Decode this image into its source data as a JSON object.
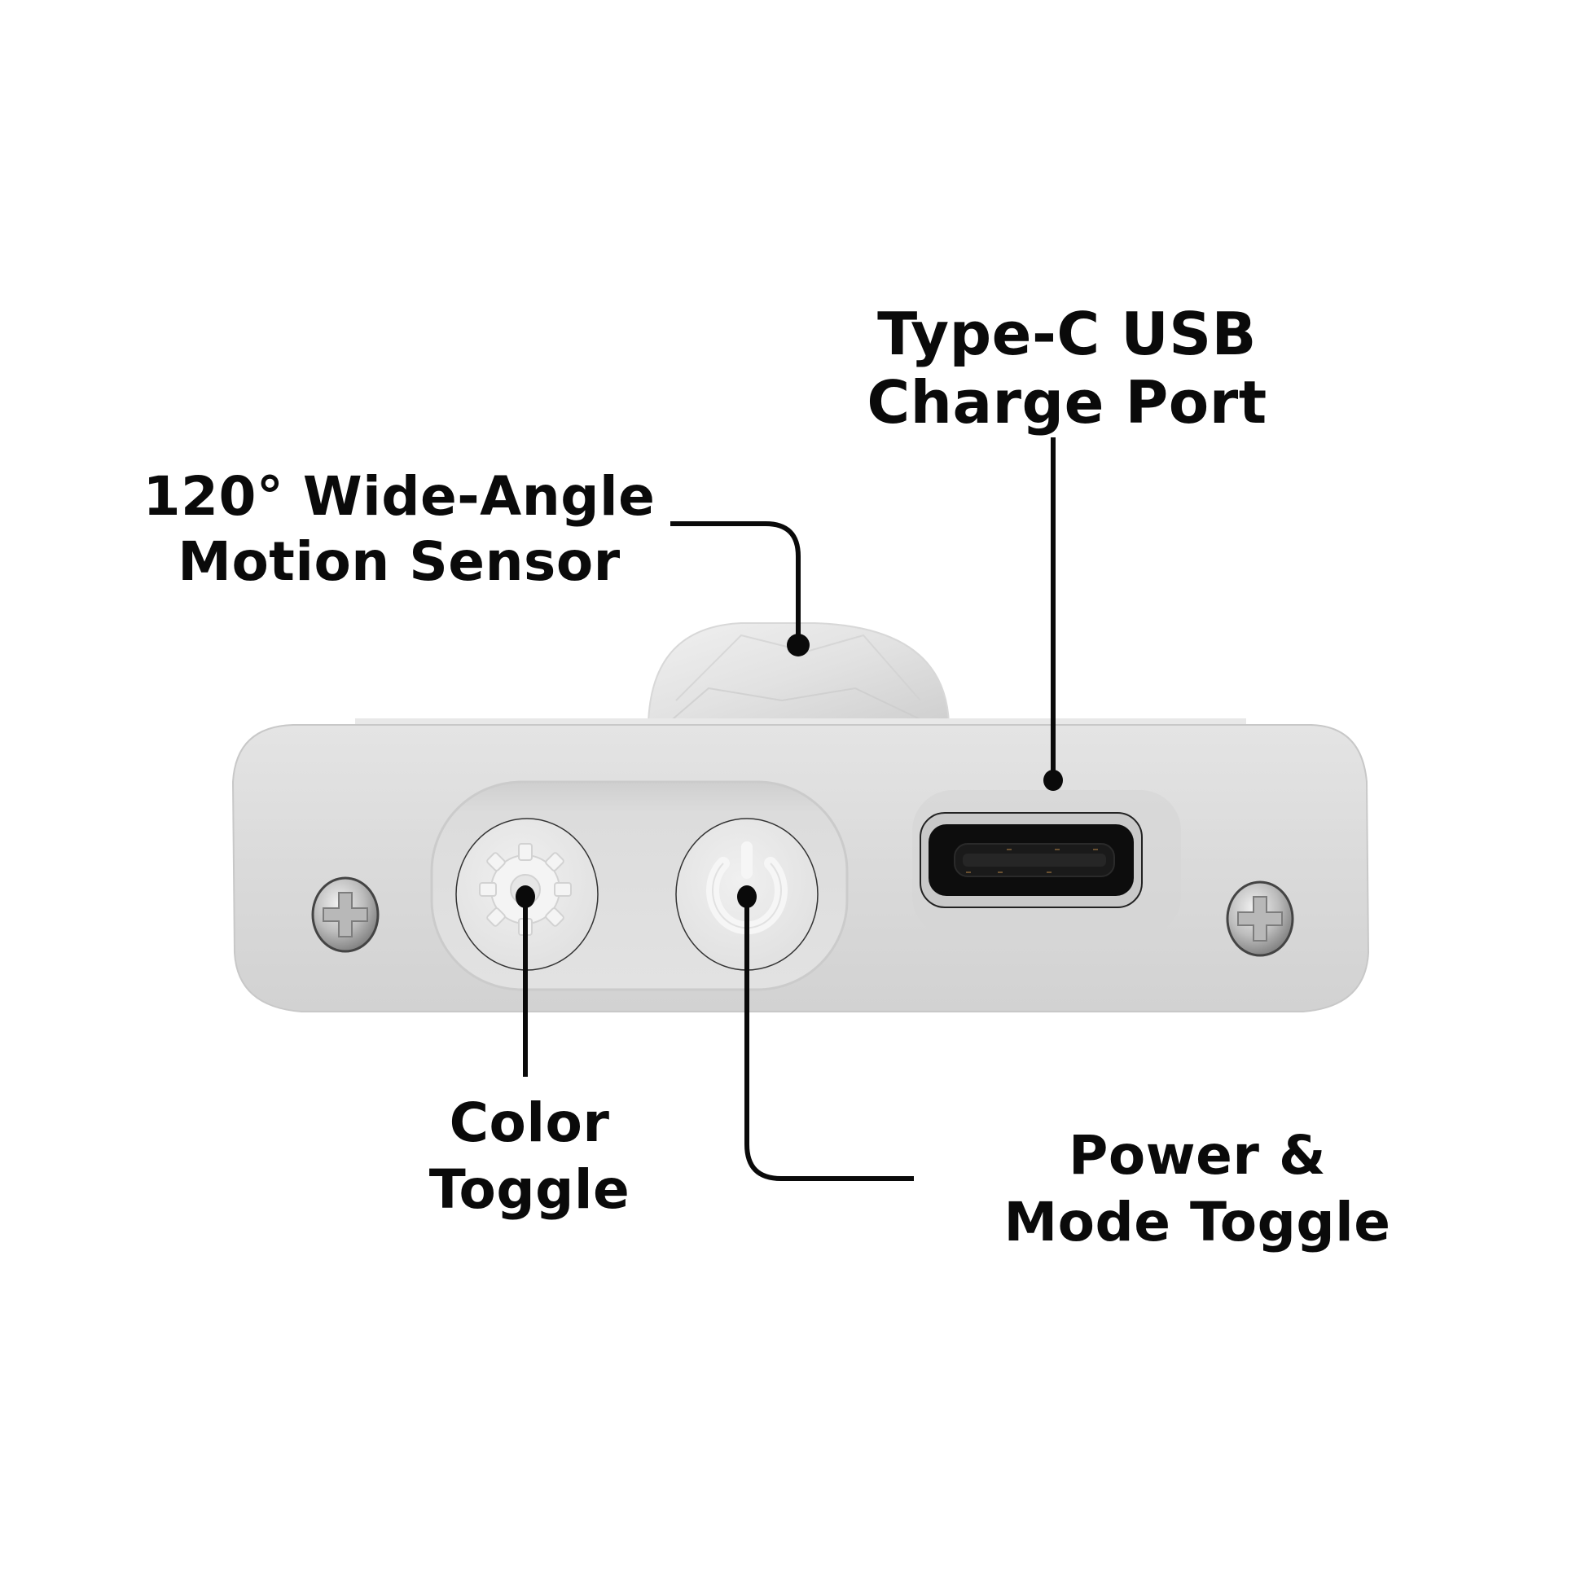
{
  "figure": {
    "type": "product-callout-diagram",
    "subject": "USB-C rechargeable motion sensor light — front panel",
    "background": "#ffffff",
    "device_color": "#dcdcdc",
    "callout_color": "#0a0a0a"
  },
  "callouts": [
    {
      "id": "motion",
      "lines": [
        "120° Wide-Angle",
        "Motion Sensor"
      ],
      "target": "pir-sensor-dome"
    },
    {
      "id": "usb",
      "lines": [
        "Type-C USB",
        "Charge Port"
      ],
      "target": "usb-c-port"
    },
    {
      "id": "color",
      "lines": [
        "Color",
        "Toggle"
      ],
      "target": "color-toggle-button"
    },
    {
      "id": "power",
      "lines": [
        "Power &",
        "Mode Toggle"
      ],
      "target": "power-mode-button"
    }
  ],
  "device": {
    "buttons": [
      {
        "name": "color-toggle-button",
        "icon": "gear-icon"
      },
      {
        "name": "power-mode-button",
        "icon": "power-icon"
      }
    ],
    "port": "usb-c-port",
    "screws": [
      "left-screw",
      "right-screw"
    ],
    "sensor": "pir-sensor-dome"
  }
}
